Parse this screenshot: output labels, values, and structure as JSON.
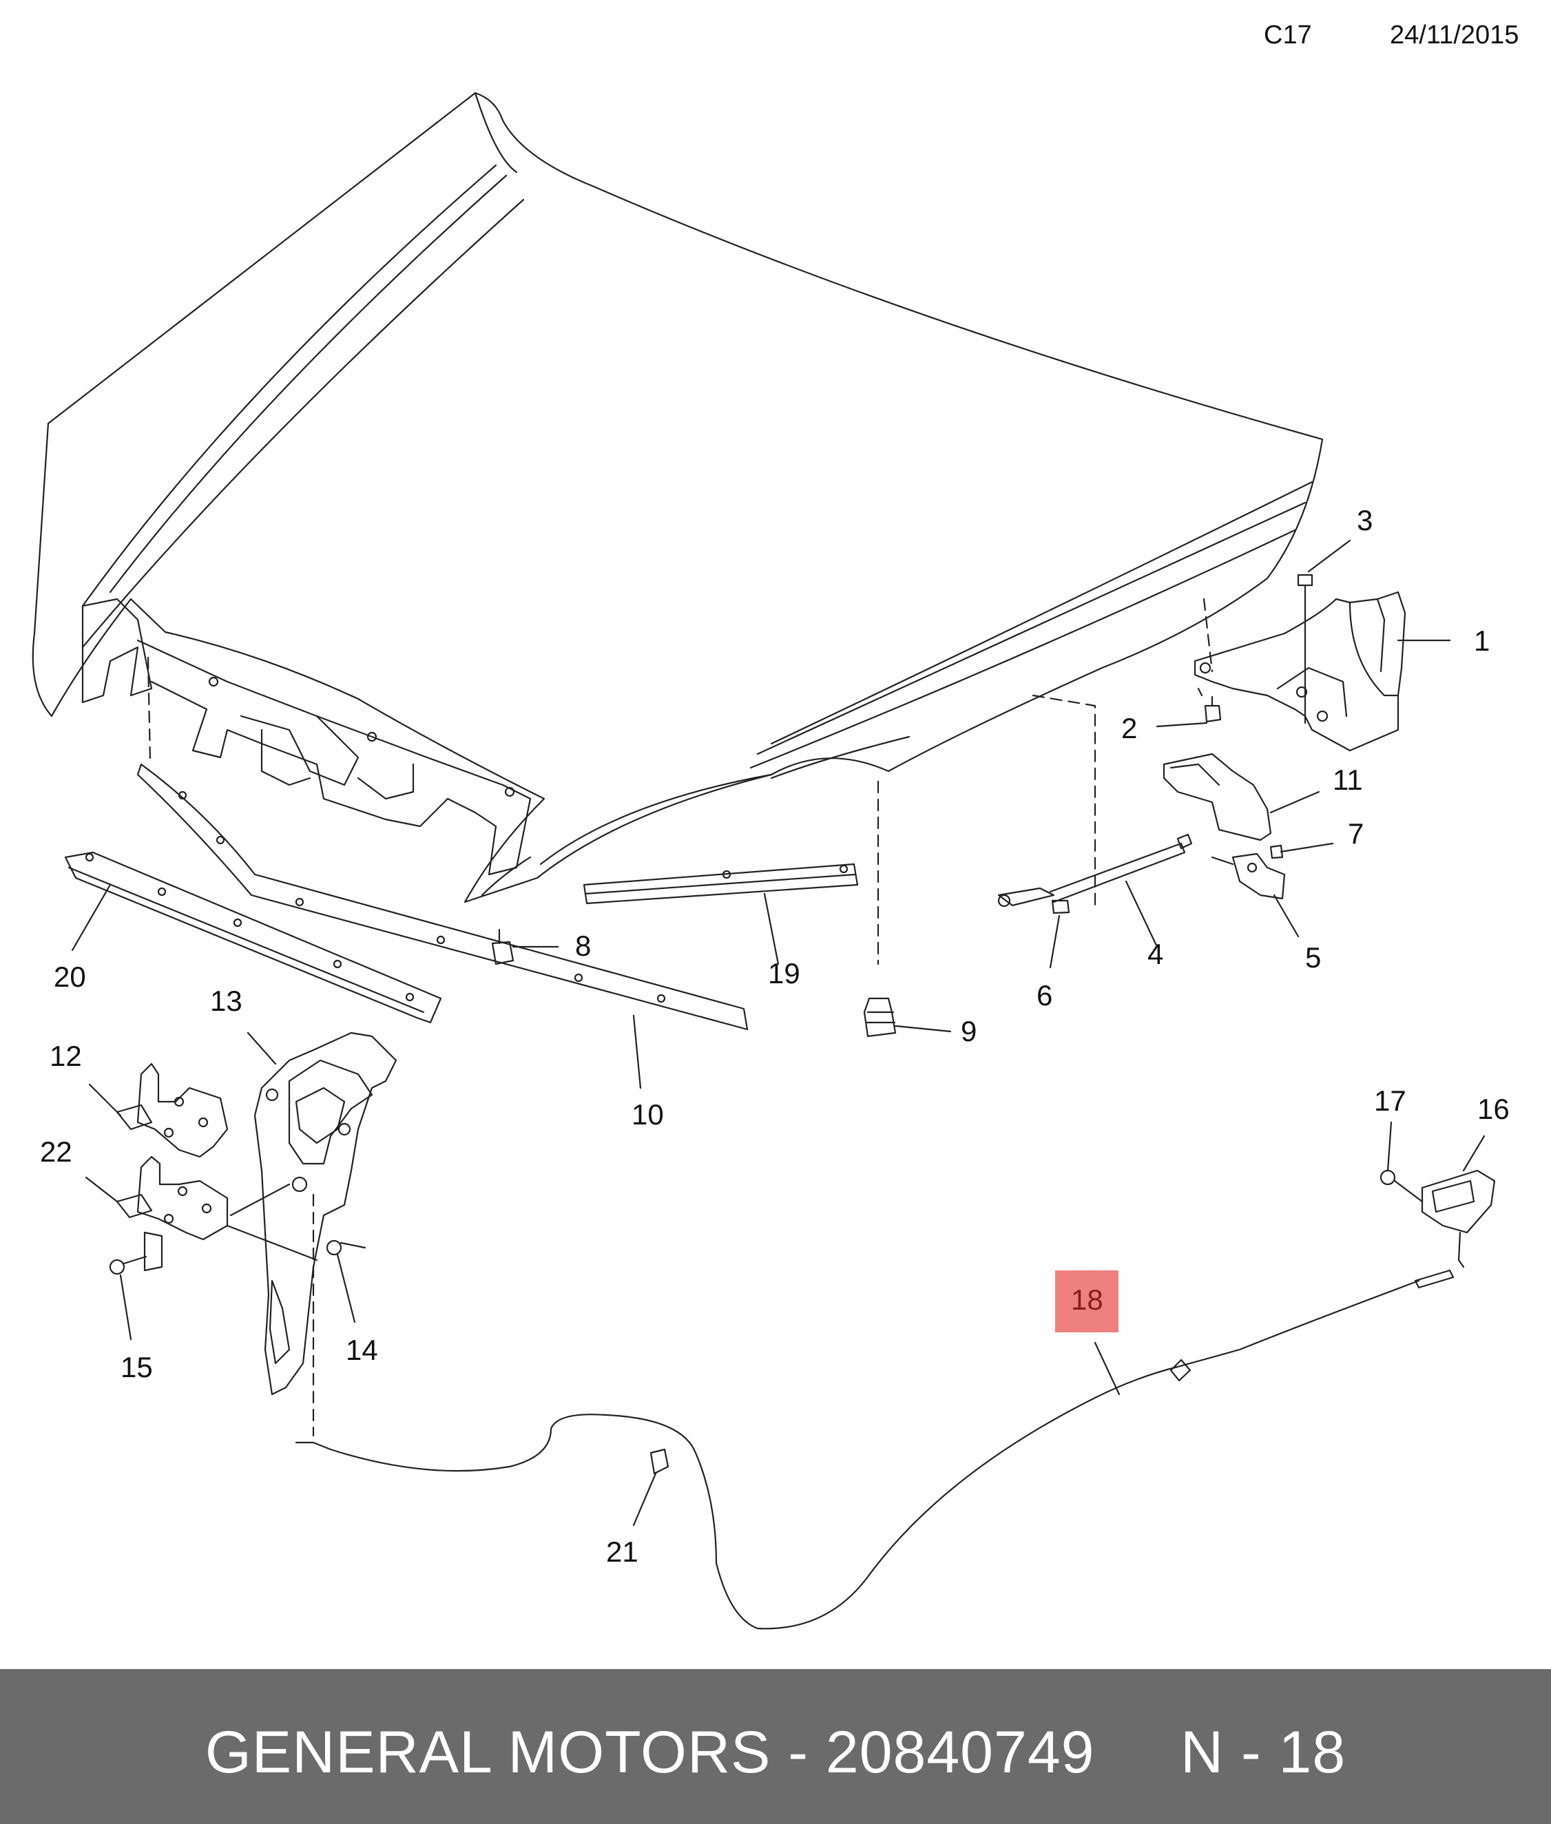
{
  "header": {
    "code": "C17",
    "date": "24/11/2015"
  },
  "callouts": [
    "1",
    "2",
    "3",
    "4",
    "5",
    "6",
    "7",
    "8",
    "9",
    "10",
    "11",
    "12",
    "13",
    "14",
    "15",
    "16",
    "17",
    "18",
    "19",
    "20",
    "21",
    "22"
  ],
  "highlighted_callout": "18",
  "colors": {
    "highlight": "#f08080",
    "footer_bg": "#6b6b6b",
    "footer_text": "#ffffff",
    "line": "#222222"
  },
  "footer": {
    "brand": "GENERAL MOTORS",
    "sep": " - ",
    "part_number": "20840749",
    "ref_label": "N - 18"
  }
}
